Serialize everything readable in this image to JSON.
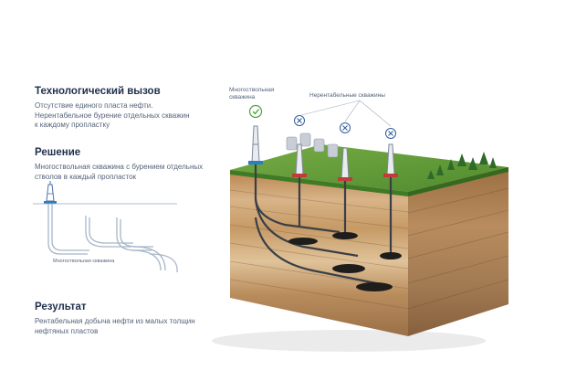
{
  "challenge": {
    "title": "Технологический вызов",
    "lines": [
      "Отсутствие единого пласта нефти.",
      "Нерентабельное бурение отдельных скважин",
      "к каждому пропластку"
    ]
  },
  "solution": {
    "title": "Решение",
    "lines": [
      "Многоствольная скважина с бурением отдельных",
      "стволов в каждый пропласток"
    ],
    "schema_label": "Многоствольная скважина"
  },
  "result": {
    "title": "Результат",
    "lines": [
      "Рентабельная добыча нефти из малых толщин",
      "нефтяных пластов"
    ]
  },
  "illustration": {
    "multilateral_label_lines": [
      "Многоствольная",
      "скважина"
    ],
    "unprofitable_label": "Нерентабельные скважины",
    "icons": {
      "approved": "check-icon",
      "rejected": "cross-icon"
    },
    "colors": {
      "grass": "#5f9a35",
      "soil": "#c9a070",
      "accent_blue": "#2b7fc0",
      "check_green": "#4fa23c",
      "cross_blue": "#2f5c9a"
    }
  }
}
